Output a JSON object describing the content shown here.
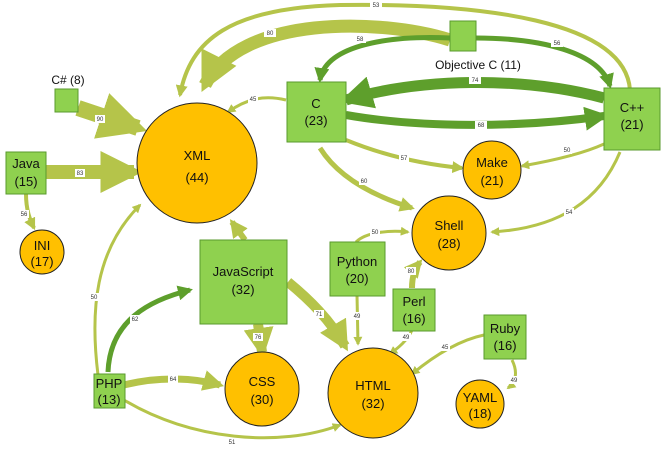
{
  "colors": {
    "circle_fill": "#ffc000",
    "square_fill": "#8fd14f",
    "edge_light": "#b5c44a",
    "edge_dark": "#5e9f2c"
  },
  "nodes": {
    "xml": {
      "name": "XML",
      "count": "(44)",
      "shape": "circle"
    },
    "c": {
      "name": "C",
      "count": "(23)",
      "shape": "square"
    },
    "cpp": {
      "name": "C++",
      "count": "(21)",
      "shape": "square"
    },
    "objc": {
      "label": "Objective C (11)",
      "shape": "square"
    },
    "csharp": {
      "label": "C# (8)",
      "shape": "square"
    },
    "java": {
      "name": "Java",
      "count": "(15)",
      "shape": "square"
    },
    "ini": {
      "name": "INI",
      "count": "(17)",
      "shape": "circle"
    },
    "make": {
      "name": "Make",
      "count": "(21)",
      "shape": "circle"
    },
    "shell": {
      "name": "Shell",
      "count": "(28)",
      "shape": "circle"
    },
    "python": {
      "name": "Python",
      "count": "(20)",
      "shape": "square"
    },
    "perl": {
      "name": "Perl",
      "count": "(16)",
      "shape": "square"
    },
    "javascript": {
      "name": "JavaScript",
      "count": "(32)",
      "shape": "square"
    },
    "css": {
      "name": "CSS",
      "count": "(30)",
      "shape": "circle"
    },
    "html": {
      "name": "HTML",
      "count": "(32)",
      "shape": "circle"
    },
    "php": {
      "name": "PHP",
      "count": "(13)",
      "shape": "square"
    },
    "ruby": {
      "name": "Ruby",
      "count": "(16)",
      "shape": "square"
    },
    "yaml": {
      "name": "YAML",
      "count": "(18)",
      "shape": "circle"
    }
  },
  "edges": [
    {
      "id": "cpp-xml",
      "from": "C++",
      "to": "XML",
      "value": "53"
    },
    {
      "id": "objc-xml",
      "from": "Objective C",
      "to": "XML",
      "value": "80"
    },
    {
      "id": "objc-c",
      "from": "Objective C",
      "to": "C",
      "value": "58"
    },
    {
      "id": "objc-cpp",
      "from": "Objective C",
      "to": "C++",
      "value": "56"
    },
    {
      "id": "cpp-c",
      "from": "C++",
      "to": "C",
      "value": "74"
    },
    {
      "id": "c-cpp",
      "from": "C",
      "to": "C++",
      "value": "68"
    },
    {
      "id": "c-xml",
      "from": "C",
      "to": "XML",
      "value": "45"
    },
    {
      "id": "csharp-xml",
      "from": "C#",
      "to": "XML",
      "value": "90"
    },
    {
      "id": "java-xml",
      "from": "Java",
      "to": "XML",
      "value": "83"
    },
    {
      "id": "java-ini",
      "from": "Java",
      "to": "INI",
      "value": "56"
    },
    {
      "id": "c-make",
      "from": "C",
      "to": "Make",
      "value": "57"
    },
    {
      "id": "cpp-make",
      "from": "C++",
      "to": "Make",
      "value": "50"
    },
    {
      "id": "c-shell",
      "from": "C",
      "to": "Shell",
      "value": "60"
    },
    {
      "id": "cpp-shell",
      "from": "C++",
      "to": "Shell",
      "value": "54"
    },
    {
      "id": "python-shell",
      "from": "Python",
      "to": "Shell",
      "value": "50"
    },
    {
      "id": "perl-shell",
      "from": "Perl",
      "to": "Shell",
      "value": "80"
    },
    {
      "id": "python-html",
      "from": "Python",
      "to": "HTML",
      "value": "49"
    },
    {
      "id": "perl-html",
      "from": "Perl",
      "to": "HTML",
      "value": "49"
    },
    {
      "id": "js-xml",
      "from": "JavaScript",
      "to": "XML",
      "value": ""
    },
    {
      "id": "js-css",
      "from": "JavaScript",
      "to": "CSS",
      "value": "76"
    },
    {
      "id": "js-html",
      "from": "JavaScript",
      "to": "HTML",
      "value": "71"
    },
    {
      "id": "php-js",
      "from": "PHP",
      "to": "JavaScript",
      "value": "62"
    },
    {
      "id": "php-xml",
      "from": "PHP",
      "to": "XML",
      "value": "50"
    },
    {
      "id": "php-css",
      "from": "PHP",
      "to": "CSS",
      "value": "64"
    },
    {
      "id": "php-html",
      "from": "PHP",
      "to": "HTML",
      "value": "51"
    },
    {
      "id": "ruby-html",
      "from": "Ruby",
      "to": "HTML",
      "value": "45"
    },
    {
      "id": "ruby-yaml",
      "from": "Ruby",
      "to": "YAML",
      "value": "49"
    }
  ]
}
